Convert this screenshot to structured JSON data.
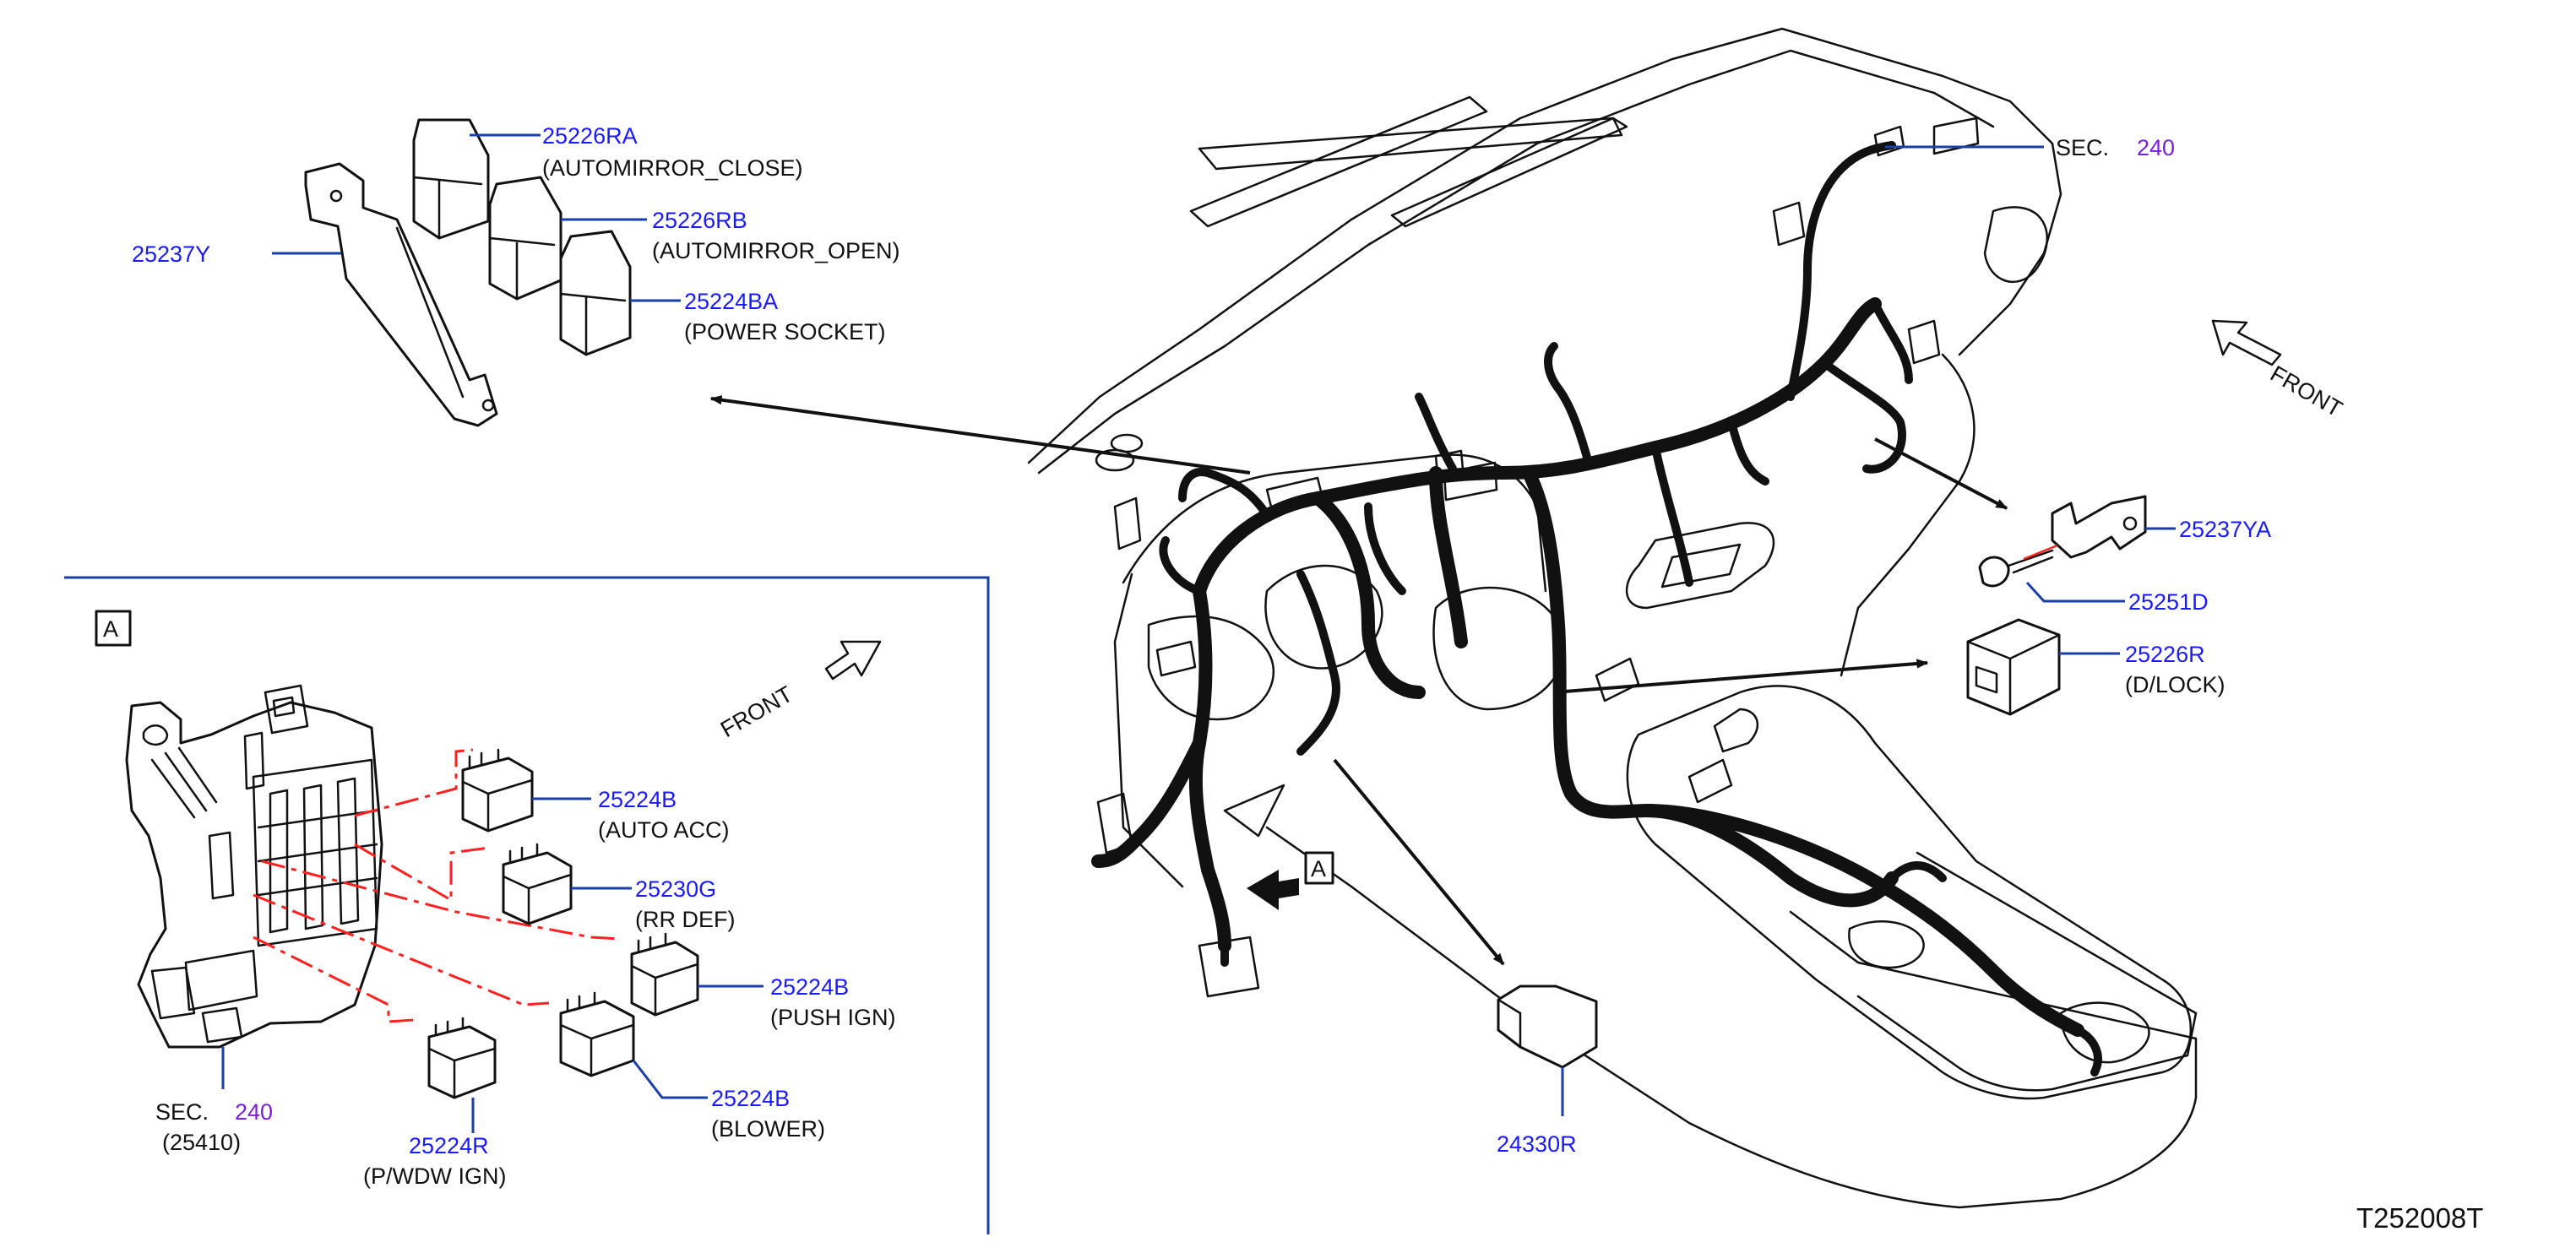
{
  "diagram": {
    "code": "T252008T",
    "top_relays": [
      {
        "part": "25226RA",
        "desc": "(AUTOMIRROR_CLOSE)"
      },
      {
        "part": "25226RB",
        "desc": "(AUTOMIRROR_OPEN)"
      },
      {
        "part": "25224BA",
        "desc": "(POWER   SOCKET)"
      }
    ],
    "bracket_left": "25237Y",
    "sec_top": {
      "label": "SEC.",
      "number": "240"
    },
    "front_right": "FRONT",
    "right_parts": [
      {
        "part": "25237YA",
        "desc": ""
      },
      {
        "part": "25251D",
        "desc": ""
      },
      {
        "part": "25226R",
        "desc": "(D/LOCK)"
      }
    ],
    "bottom_relay": {
      "part": "24330R"
    },
    "view_label": "A",
    "inset": {
      "label": "A",
      "front": "FRONT",
      "relays": [
        {
          "part": "25224B",
          "desc": "(AUTO   ACC)"
        },
        {
          "part": "25230G",
          "desc": "(RR   DEF)"
        },
        {
          "part": "25224B",
          "desc": "(PUSH   IGN)"
        },
        {
          "part": "25224B",
          "desc": "(BLOWER)"
        },
        {
          "part": "25224R",
          "desc": "(P/WDW   IGN)"
        }
      ],
      "sec": {
        "label": "SEC.",
        "number": "240",
        "sub": "(25410)"
      }
    }
  }
}
